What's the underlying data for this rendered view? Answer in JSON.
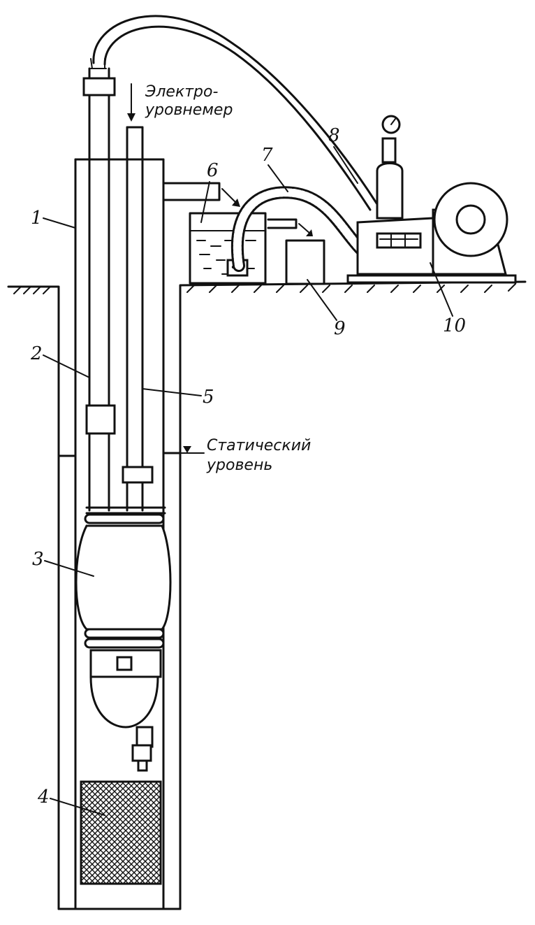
{
  "labels": {
    "casing": "1",
    "riser_pipe": "2",
    "pump_unit": "3",
    "filter": "4",
    "level_tube": "5",
    "tank": "6",
    "hose": "7",
    "air_line": "8",
    "box": "9",
    "compressor": "10"
  },
  "captions": {
    "level_meter_line1": "Электро-",
    "level_meter_line2": "уровнемер",
    "static_level_line1": "Статический",
    "static_level_line2": "уровень"
  },
  "colors": {
    "ink": "#111111",
    "paper": "#ffffff"
  }
}
